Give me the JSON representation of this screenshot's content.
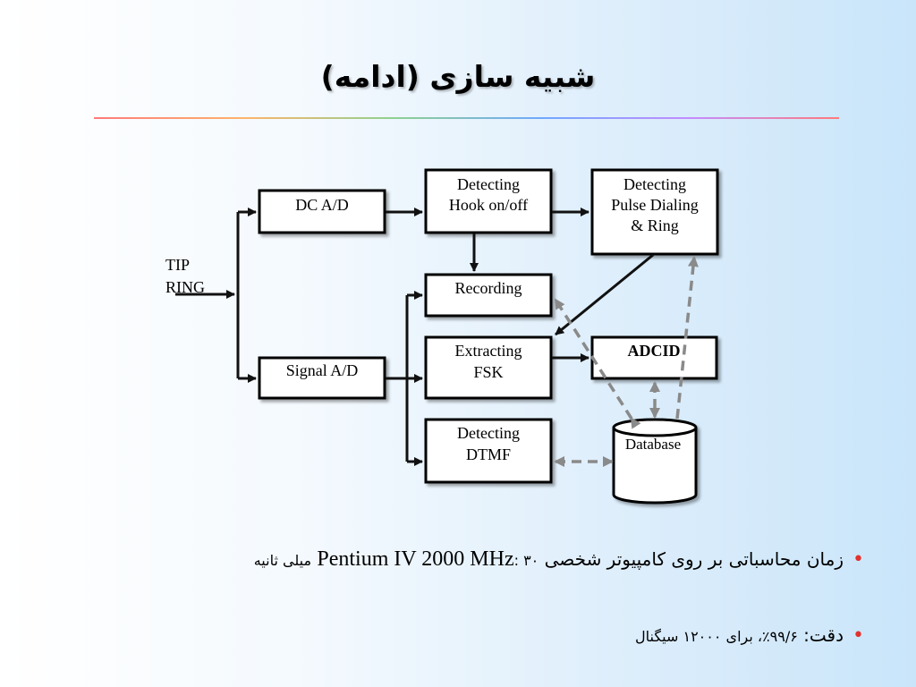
{
  "slide": {
    "title": "شبیه سازی (ادامه)"
  },
  "diagram": {
    "input_label_1": "TIP",
    "input_label_2": "RING",
    "boxes": {
      "dc_ad": "DC A/D",
      "signal_ad": "Signal A/D",
      "hook_1": "Detecting",
      "hook_2": "Hook on/off",
      "pulse_1": "Detecting",
      "pulse_2": "Pulse Dialing",
      "pulse_3": "& Ring",
      "recording": "Recording",
      "fsk_1": "Extracting",
      "fsk_2": "FSK",
      "adcid": "ADCID",
      "dtmf_1": "Detecting",
      "dtmf_2": "DTMF",
      "database": "Database"
    }
  },
  "bullets": [
    {
      "prefix": "زمان محاسباتی بر روی کامپیوتر شخصی",
      "latin": "Pentium IV 2000 MHz",
      "suffix_value": ": ۳۰",
      "suffix_unit": "میلی ثانیه"
    },
    {
      "label": "دقت: ",
      "value": "۹۹/۶٪، برای ۱۲۰۰۰ سیگنال"
    }
  ],
  "colors": {
    "bullet_dot": "#e3312b",
    "dashed_arrow": "#8a8a8a",
    "solid_line": "#111111"
  }
}
